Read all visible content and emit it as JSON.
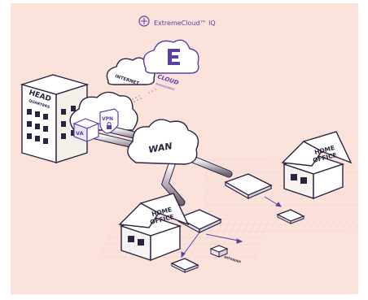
{
  "brand": {
    "name": "ExtremeCloud™ IQ",
    "logo_icon": "extreme-e-logo-icon",
    "accent": "#5b3fa3"
  },
  "labels": {
    "internet": "INTERNET",
    "cloud": "CLOUD",
    "cloud_sub": "MANAGEMENT",
    "hq_line1": "HEAD",
    "hq_line2": "QUARTERS",
    "va": "VA",
    "vpn": "VPN",
    "wan": "WAN",
    "home_office": [
      "HOME",
      "OFFICE"
    ],
    "defender": "DEFENDER"
  },
  "colors": {
    "background": "#fbe3dc",
    "outline": "#2b2440",
    "accent_purple": "#5b3fa3",
    "cloud_fill": "#ffffff",
    "grid_line": "#e2bfb4"
  }
}
